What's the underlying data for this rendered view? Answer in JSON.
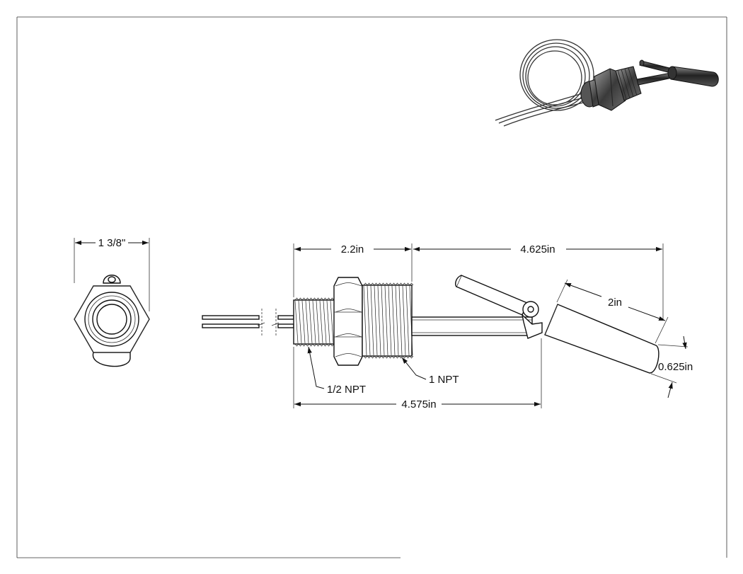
{
  "dimensions": {
    "hex_width": "1 3/8\"",
    "length_a": "2.2in",
    "length_b": "4.625in",
    "float_length": "2in",
    "float_diameter": "0.625in",
    "overall_length": "4.575in"
  },
  "callouts": {
    "small_thread": "1/2 NPT",
    "large_thread": "1 NPT"
  }
}
